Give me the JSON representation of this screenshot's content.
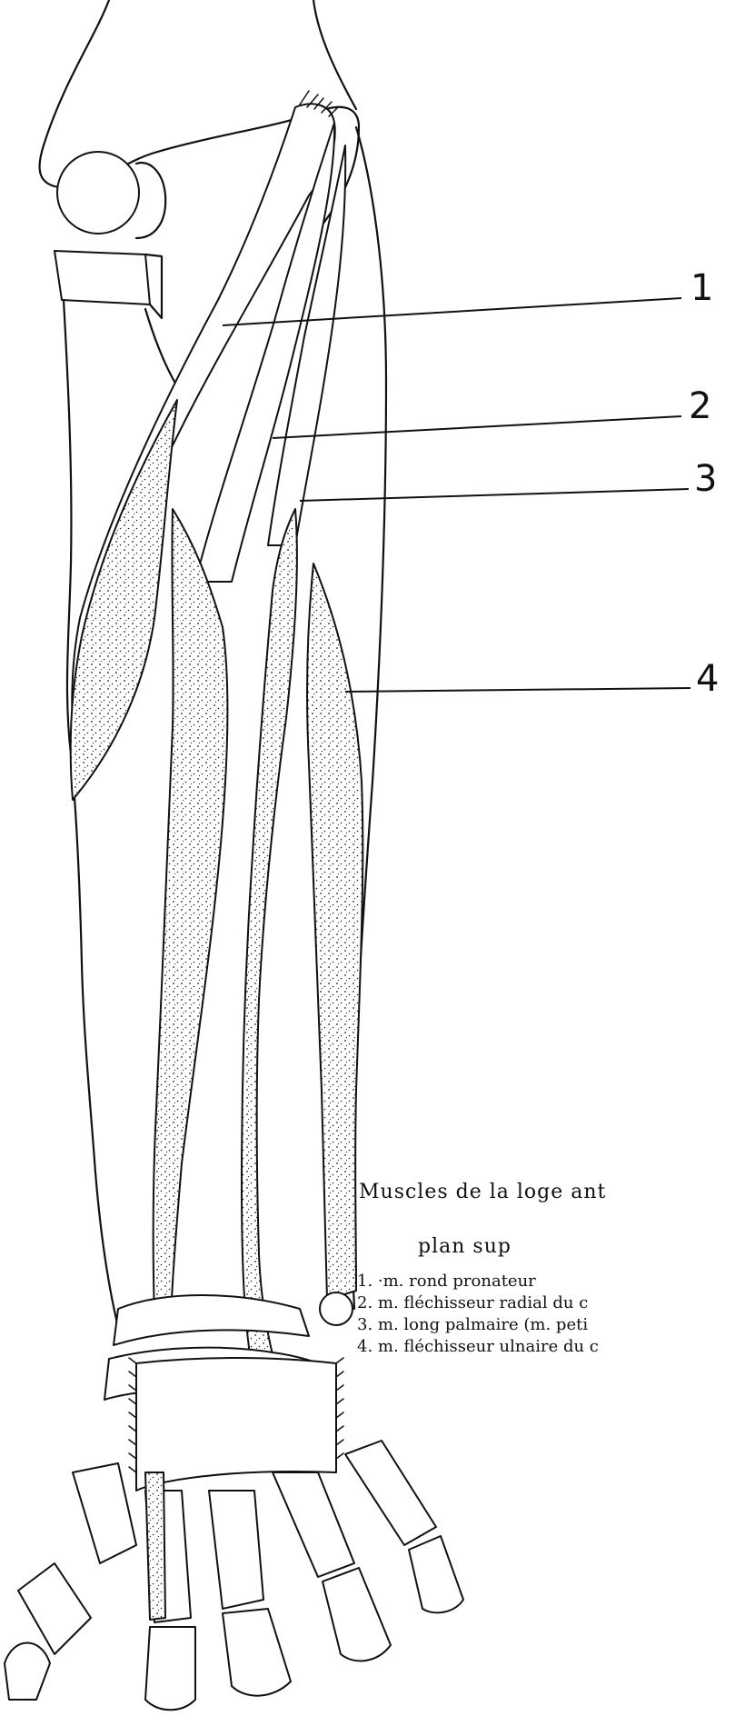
{
  "figure": {
    "labels": [
      "1",
      "2",
      "3",
      "4"
    ],
    "caption": {
      "title": "Muscles de la loge ant",
      "subtitle": "plan sup"
    },
    "legend": [
      "1. ·m. rond pronateur",
      "2.  m. fléchisseur radial du c",
      "3.  m. long palmaire (m. peti",
      "4.  m. fléchisseur ulnaire du c"
    ]
  }
}
